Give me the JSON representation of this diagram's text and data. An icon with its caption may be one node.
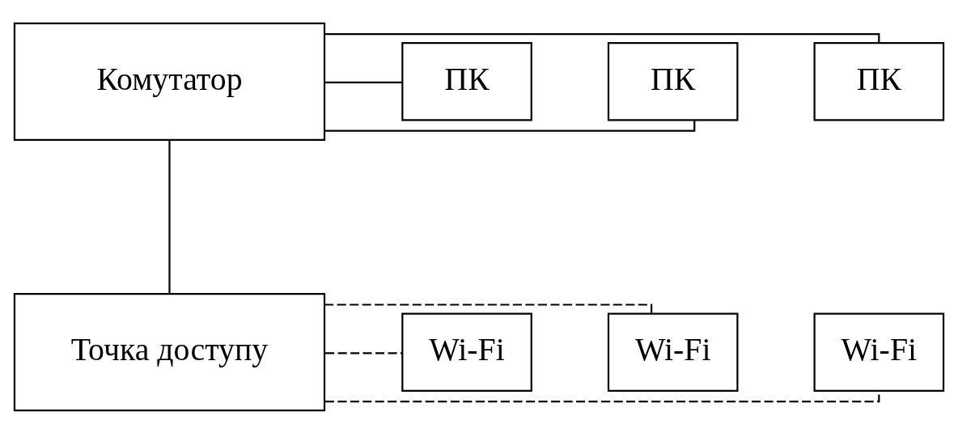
{
  "diagram": {
    "nodes": [
      {
        "text": [
          "Комутатор"
        ]
      },
      {
        "text": [
          "ПК"
        ]
      },
      {
        "text": [
          "ПК"
        ]
      },
      {
        "text": [
          "ПК"
        ]
      },
      {
        "text": [
          "Точка доступу"
        ]
      },
      {
        "text": [
          "Wi-Fi"
        ]
      },
      {
        "text": [
          "Wi-Fi"
        ]
      },
      {
        "text": [
          "Wi-Fi"
        ]
      }
    ],
    "edges": [
      {
        "from": 0,
        "to": 1,
        "arrow": "none"
      },
      {
        "from": 0,
        "to": 2,
        "arrow": "none"
      },
      {
        "from": 0,
        "to": 3,
        "arrow": "none"
      },
      {
        "from": 0,
        "to": 4,
        "arrow": "none"
      },
      {
        "from": 4,
        "to": 5,
        "arrow": "none",
        "style": "dashed"
      },
      {
        "from": 4,
        "to": 6,
        "arrow": "none",
        "style": "dashed"
      },
      {
        "from": 4,
        "to": 7,
        "arrow": "none",
        "style": "dashed"
      }
    ]
  }
}
